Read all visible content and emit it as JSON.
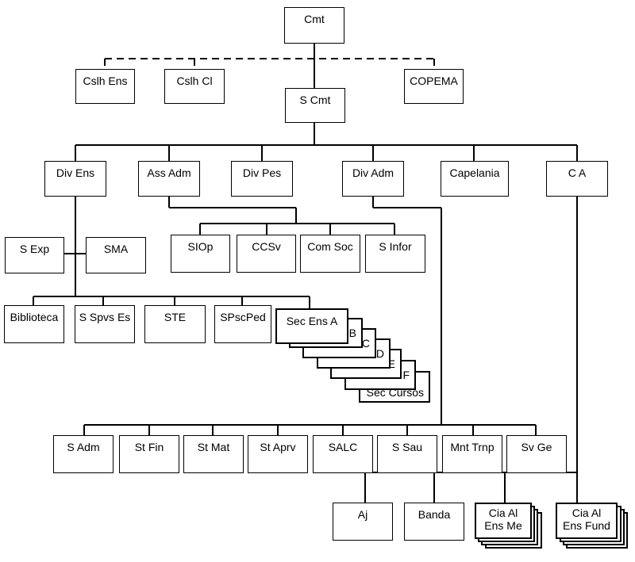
{
  "org": {
    "cmt": "Cmt",
    "cslh_ens": "Cslh Ens",
    "cslh_cl": "Cslh Cl",
    "copema": "COPEMA",
    "s_cmt": "S Cmt",
    "div_ens": "Div Ens",
    "ass_adm": "Ass Adm",
    "div_pes": "Div Pes",
    "div_adm": "Div Adm",
    "capelania": "Capelania",
    "ca": "C A",
    "s_exp": "S Exp",
    "sma": "SMA",
    "siop": "SIOp",
    "ccsv": "CCSv",
    "com_soc": "Com Soc",
    "s_infor": "S Infor",
    "biblioteca": "Biblioteca",
    "s_spvs_es": "S Spvs Es",
    "ste": "STE",
    "spscped": "SPscPed",
    "sec_ens_a": "Sec Ens A",
    "stack_b": "B",
    "stack_c": "C",
    "stack_d": "D",
    "stack_e": "E",
    "stack_f": "F",
    "sec_cursos": "Sec Cursos",
    "s_adm": "S Adm",
    "st_fin": "St Fin",
    "st_mat": "St Mat",
    "st_aprv": "St Aprv",
    "salc": "SALC",
    "s_sau": "S Sau",
    "mnt_trnp": "Mnt Trnp",
    "sv_ge": "Sv Ge",
    "aj": "Aj",
    "banda": "Banda",
    "cia_al_ens_me_line1": "Cia Al",
    "cia_al_ens_me_line2": "Ens Me",
    "cia_al_ens_fund_line1": "Cia Al",
    "cia_al_ens_fund_line2": "Ens Fund"
  },
  "colors": {
    "line": "#000000",
    "box_border": "#000000",
    "background": "#ffffff"
  }
}
